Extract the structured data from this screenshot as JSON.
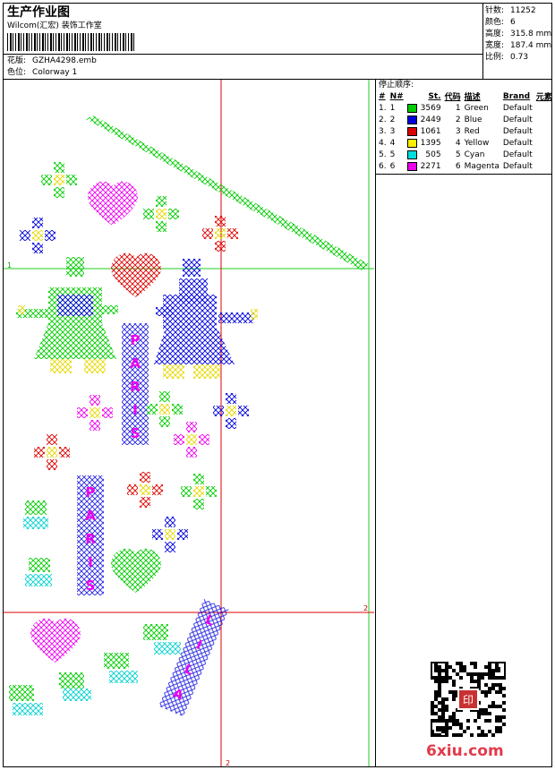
{
  "header": {
    "title": "生产作业图",
    "company": "Wilcom(汇宏) 装饰工作室",
    "design_label": "花版:",
    "design_file": "GZHA4298.emb",
    "colorway_label": "色位:",
    "colorway": "Colorway 1"
  },
  "specs": [
    {
      "label": "针数:",
      "value": "11252"
    },
    {
      "label": "颜色:",
      "value": "6"
    },
    {
      "label": "高度:",
      "value": "315.8 mm"
    },
    {
      "label": "宽度:",
      "value": "187.4 mm"
    },
    {
      "label": "比例:",
      "value": "0.73"
    }
  ],
  "stop_sequence": {
    "title": "停止顺序:",
    "columns": [
      "#",
      "N#",
      "St.",
      "代码",
      "描述",
      "Brand",
      "元素"
    ],
    "rows": [
      {
        "num": "1.",
        "n": "1",
        "st": "3569",
        "code": "1",
        "desc": "Green",
        "brand": "Default",
        "color": "#00cc00"
      },
      {
        "num": "2.",
        "n": "2",
        "st": "2449",
        "code": "2",
        "desc": "Blue",
        "brand": "Default",
        "color": "#0000dd"
      },
      {
        "num": "3.",
        "n": "3",
        "st": "1061",
        "code": "3",
        "desc": "Red",
        "brand": "Default",
        "color": "#dd0000"
      },
      {
        "num": "4.",
        "n": "4",
        "st": "1395",
        "code": "4",
        "desc": "Yellow",
        "brand": "Default",
        "color": "#ffee00"
      },
      {
        "num": "5.",
        "n": "5",
        "st": "505",
        "code": "5",
        "desc": "Cyan",
        "brand": "Default",
        "color": "#00dddd"
      },
      {
        "num": "6.",
        "n": "6",
        "st": "2271",
        "code": "6",
        "desc": "Magenta",
        "brand": "Default",
        "color": "#ee00ee"
      }
    ]
  },
  "guides": {
    "h1_label": "1",
    "h2_label": "2",
    "v2_label": "2"
  },
  "text_motifs": {
    "paris": "PARIS",
    "lila": "LILA"
  },
  "watermark": "6xiu.com",
  "stamp_text": "印"
}
